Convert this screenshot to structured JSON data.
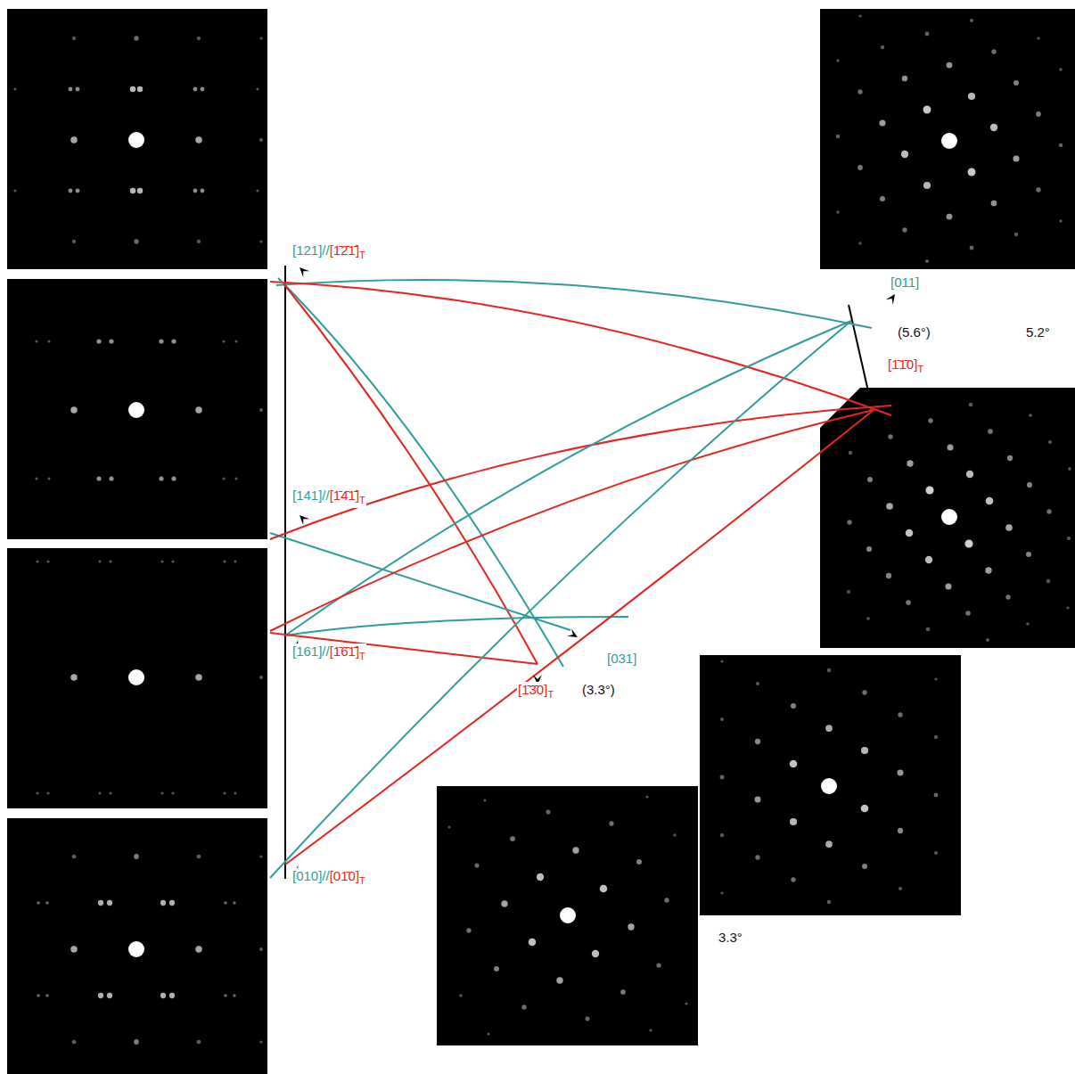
{
  "diagram": {
    "labels": [
      "[121]//",
      "[1̄2̄1̄]",
      "T",
      "[141]//",
      "[1̄4̄1̄]",
      "T",
      "[161]//",
      "[1̄6̄1̄]",
      "T",
      "[010]//",
      "[01̄0]",
      "T",
      "[011]",
      "(5.6°)",
      "5.2°",
      "[1̄1̄0]",
      "T",
      "[031]",
      "[1̄3̄0]",
      "T",
      "(3.3°)",
      "3.3°"
    ]
  }
}
